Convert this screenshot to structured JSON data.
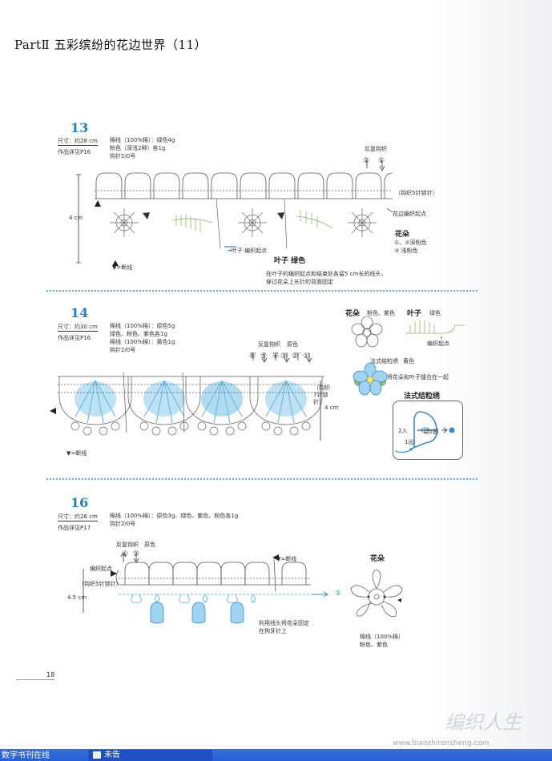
{
  "page": {
    "title": "PartⅡ 五彩缤纷的花边世界（11）",
    "number": "18"
  },
  "pattern13": {
    "number": "13",
    "size": "尺寸：约28 cm",
    "ref": "作品详见P16",
    "materials": [
      "棉线（100%棉）：绿色4g",
      "粉色（深浅2种）各1g",
      "钩针2/0号"
    ],
    "repeat": "反复钩织",
    "rows": [
      "②",
      "①"
    ],
    "chain": "（钩织5针锁针）",
    "edge_start": "花边编织起点",
    "height": "4 cm",
    "flower_title": "花朵",
    "flower_c1": "①、②深粉色",
    "flower_c2": "③ 浅粉色",
    "leaf_start": "→叶子 编织起点",
    "leaf": "叶子  绿色",
    "cut": "▼=断线",
    "note1": "在叶子的编织起点和结束处各留5 cm长的线头，",
    "note2": "穿过花朵上长针的背面固定"
  },
  "pattern14": {
    "number": "14",
    "size": "尺寸：约30 cm",
    "ref": "作品详见P16",
    "materials": [
      "棉线（100%棉）：原色5g",
      "绿色、粉色、紫色各1g",
      "棉线（100%棉）：黄色1g",
      "钩针2/0号"
    ],
    "flower_title": "花朵",
    "flower_colors": "粉色、紫色",
    "leaf_title": "叶子",
    "leaf_color": "绿色",
    "leaf_start": "编织起点",
    "repeat": "反复钩织",
    "repeat_color": "原色",
    "rows": [
      "⑥",
      "⑤",
      "④",
      "③",
      "②",
      "①"
    ],
    "chain": "（钩织7针锁针）",
    "height": "4 cm",
    "french_knot": "法式结粒绣",
    "french_color": "黄色",
    "join_note": "将花朵和叶子缝合在一起",
    "knot_title": "法式结粒绣",
    "knot_step2": "2入",
    "knot_step1": "1出",
    "knot_wrap": "绕2圈",
    "cut": "▼=断线"
  },
  "pattern16": {
    "number": "16",
    "size": "尺寸：约26 cm",
    "ref": "作品详见P17",
    "materials": [
      "棉线（100%棉）：原色3g、绿色、紫色、粉色各1g",
      "钩针2/0号"
    ],
    "repeat": "反复钩织",
    "repeat_color": "原色",
    "rows": [
      "①",
      "②"
    ],
    "edge_start": "编织起点",
    "chain": "（钩织5针锁针）",
    "cut": "▼=断线",
    "height": "4.5 cm",
    "row1": "①",
    "note1": "利用线头将花朵固定",
    "note2": "在狗牙针上",
    "flower_title": "花朵",
    "flower_mat1": "棉线（100%棉）",
    "flower_mat2": "粉色、紫色"
  },
  "watermark": {
    "text": "编织人生",
    "url": "www.bianzhirensheng.com"
  },
  "taskbar": {
    "item1": "数字书刊在线",
    "item2": "未告"
  },
  "colors": {
    "accent": "#2a7fb5",
    "separator": "#58b3dc",
    "motif_blue": "#6fbde6",
    "motif_green": "#8fb86a",
    "motif_pink": "#e8a4b5"
  }
}
